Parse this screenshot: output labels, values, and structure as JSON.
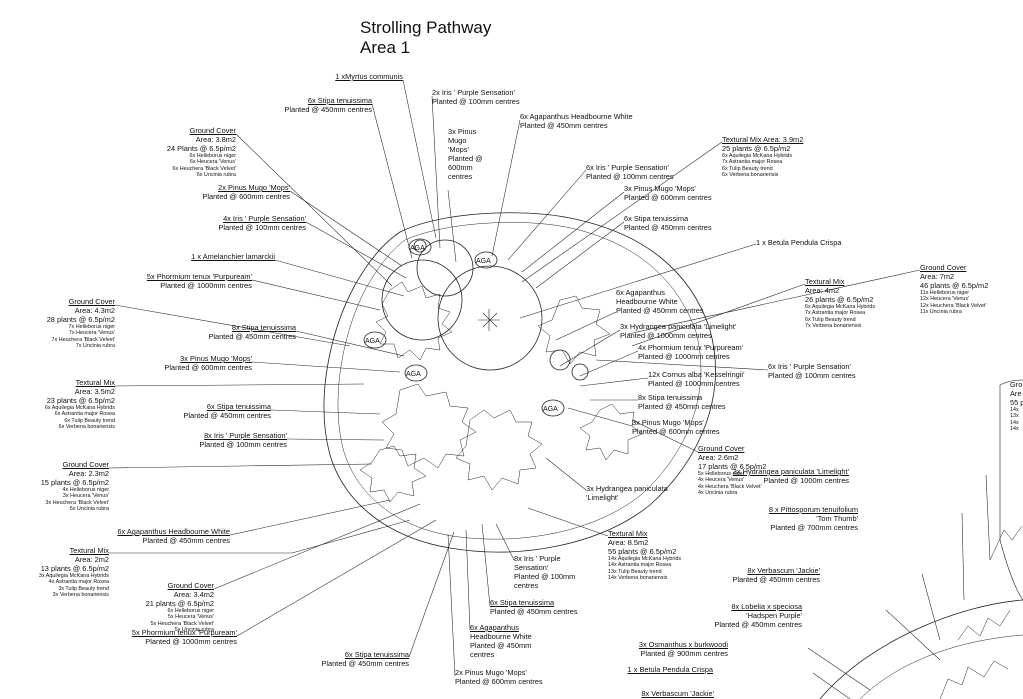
{
  "title": {
    "line1": "Strolling Pathway",
    "line2": "Area 1"
  },
  "aga_tag": "AGA",
  "labels": [
    {
      "id": "myrtus",
      "lines": [
        {
          "t": "1 xMyrtus communis",
          "u": true
        }
      ]
    },
    {
      "id": "stipa-top",
      "lines": [
        {
          "t": "6x Stipa tenuissima",
          "u": true
        },
        {
          "t": "Planted @ 450mm centres"
        }
      ]
    },
    {
      "id": "iris-purple-top",
      "lines": [
        {
          "t": "2x Iris ' Purple Sensation'"
        },
        {
          "t": "Planted @ 100mm centres"
        }
      ]
    },
    {
      "id": "agapanthus-top",
      "lines": [
        {
          "t": "6x Agapanthus Headbourne White"
        },
        {
          "t": "Planted @ 450mm centres"
        }
      ]
    },
    {
      "id": "pinus-mugo-col",
      "lines": [
        {
          "t": "3x Pinus"
        },
        {
          "t": "Mugo"
        },
        {
          "t": "'Mops'"
        },
        {
          "t": "Planted @"
        },
        {
          "t": "600mm"
        },
        {
          "t": "centres"
        }
      ]
    },
    {
      "id": "ground-cover-1",
      "lines": [
        {
          "t": "Ground Cover",
          "u": true
        },
        {
          "t": "Area: 3.8m2"
        },
        {
          "t": "24 Plants @ 6.5p/m2"
        },
        {
          "t": "6x Helleborus niger",
          "s": true
        },
        {
          "t": "6x Heucera 'Venus'",
          "s": true
        },
        {
          "t": "6x Heuchera 'Black Velvet'",
          "s": true
        },
        {
          "t": "6x Uncinia rubra",
          "s": true
        }
      ]
    },
    {
      "id": "textural-mix-1",
      "lines": [
        {
          "t": "Textural Mix Area: 3.9m2",
          "u": true
        },
        {
          "t": "25 plants @ 6.5p/m2"
        },
        {
          "t": "6x Aquilegia McKana Hybrids",
          "s": true
        },
        {
          "t": "7x Astrantia major Rosea",
          "s": true
        },
        {
          "t": "6x Tulip Beauty trend",
          "s": true
        },
        {
          "t": "6x Verbena bonariensis",
          "s": true
        }
      ]
    },
    {
      "id": "iris-purple-right",
      "lines": [
        {
          "t": "6x Iris ' Purple Sensation'"
        },
        {
          "t": "Planted @ 100mm centres"
        }
      ]
    },
    {
      "id": "pinus-mugo-right1",
      "lines": [
        {
          "t": "3x Pinus Mugo 'Mops'"
        },
        {
          "t": "Planted @ 600mm centres"
        }
      ]
    },
    {
      "id": "pinus-mugo-left1",
      "lines": [
        {
          "t": "2x Pinus Mugo 'Mops'",
          "u": true
        },
        {
          "t": "Planted @ 600mm centres"
        }
      ]
    },
    {
      "id": "stipa-right1",
      "lines": [
        {
          "t": "6x Stipa tenuissima"
        },
        {
          "t": "Planted @ 450mm centres"
        }
      ]
    },
    {
      "id": "iris-purple-left1",
      "lines": [
        {
          "t": "4x Iris ' Purple Sensation'",
          "u": true
        },
        {
          "t": "Planted @ 100mm centres"
        }
      ]
    },
    {
      "id": "betula-1",
      "lines": [
        {
          "t": "1 x Betula Pendula Crispa"
        }
      ]
    },
    {
      "id": "amelanchier",
      "lines": [
        {
          "t": "1 x Amelanchier lamarckii",
          "u": true
        }
      ]
    },
    {
      "id": "ground-cover-2",
      "lines": [
        {
          "t": "Ground Cover",
          "u": true
        },
        {
          "t": "Area: 7m2"
        },
        {
          "t": "46 plants @ 6.5p/m2"
        },
        {
          "t": "11x Helleborus niger",
          "s": true
        },
        {
          "t": "12x Heucera 'Venus'",
          "s": true
        },
        {
          "t": "12x Heuchera 'Black Velvet'",
          "s": true
        },
        {
          "t": "11x Uncinia rubra",
          "s": true
        }
      ]
    },
    {
      "id": "textural-mix-2",
      "lines": [
        {
          "t": "Textural Mix",
          "u": true
        },
        {
          "t": "Area: 4m2"
        },
        {
          "t": "26 plants @ 6.5p/m2"
        },
        {
          "t": "6x Aquilegia McKana Hybrids",
          "s": true
        },
        {
          "t": "7x Astrantia major Rosea",
          "s": true
        },
        {
          "t": "6x Tulip Beauty trend",
          "s": true
        },
        {
          "t": "7x Verbena bonariensis",
          "s": true
        }
      ]
    },
    {
      "id": "phormium-top",
      "lines": [
        {
          "t": "5x Phormium tenux 'Purpuream'",
          "u": true
        },
        {
          "t": "Planted @ 1000mm centres"
        }
      ]
    },
    {
      "id": "ground-cover-3",
      "lines": [
        {
          "t": "Ground Cover",
          "u": true
        },
        {
          "t": "Area: 4.3m2"
        },
        {
          "t": "28 plants @ 6.5p/m2"
        },
        {
          "t": "7x Helleborus niger",
          "s": true
        },
        {
          "t": "7x Heucera 'Venus'",
          "s": true
        },
        {
          "t": "7x Heuchera 'Black Velvet'",
          "s": true
        },
        {
          "t": "7x Uncinia rubra",
          "s": true
        }
      ]
    },
    {
      "id": "agapanthus-right",
      "lines": [
        {
          "t": "6x Agapanthus"
        },
        {
          "t": "Headbourne White"
        },
        {
          "t": "Planted @ 450mm centres"
        }
      ]
    },
    {
      "id": "hydrangea-right1",
      "lines": [
        {
          "t": "3x Hydrangea paniculata 'Limelight'"
        },
        {
          "t": "Planted @ 1000mm centres"
        }
      ]
    },
    {
      "id": "stipa-left1",
      "lines": [
        {
          "t": "8x Stipa tenuissima",
          "u": true
        },
        {
          "t": "Planted @ 450mm centres"
        }
      ]
    },
    {
      "id": "phormium-right",
      "lines": [
        {
          "t": "4x Phormium tenux 'Purpuream'"
        },
        {
          "t": "Planted @ 1000mm centres"
        }
      ]
    },
    {
      "id": "pinus-mugo-left2",
      "lines": [
        {
          "t": "3x Pinus Mugo 'Mops'",
          "u": true
        },
        {
          "t": "Planted @ 600mm centres"
        }
      ]
    },
    {
      "id": "iris-purple-right2",
      "lines": [
        {
          "t": "6x Iris ' Purple Sensation'"
        },
        {
          "t": "Planted @ 100mm centres"
        }
      ]
    },
    {
      "id": "textural-mix-3",
      "lines": [
        {
          "t": "Textural Mix",
          "u": true
        },
        {
          "t": "Area: 3.5m2"
        },
        {
          "t": "23 plants @ 6.5p/m2"
        },
        {
          "t": "6x Aquilegia McKana Hybrids",
          "s": true
        },
        {
          "t": "6x Astrantia major Rosea",
          "s": true
        },
        {
          "t": "6x Tulip Beauty trend",
          "s": true
        },
        {
          "t": "6x Verbena bonariensis",
          "s": true
        }
      ]
    },
    {
      "id": "cornus",
      "lines": [
        {
          "t": "12x Cornus alba 'Kesselringii'"
        },
        {
          "t": "Planted @ 1000mm centres"
        }
      ]
    },
    {
      "id": "stipa-right2",
      "lines": [
        {
          "t": "8x Stipa tenuissima"
        },
        {
          "t": "Planted @ 450mm centres"
        }
      ]
    },
    {
      "id": "stipa-left2",
      "lines": [
        {
          "t": "6x Stipa tenuissima",
          "u": true
        },
        {
          "t": "Planted @ 450mm centres"
        }
      ]
    },
    {
      "id": "pinus-mugo-right2",
      "lines": [
        {
          "t": "3x Pinus Mugo 'Mops'"
        },
        {
          "t": "Planted @ 600mm centres"
        }
      ]
    },
    {
      "id": "iris-purple-left2",
      "lines": [
        {
          "t": "8x Iris ' Purple Sensation'",
          "u": true
        },
        {
          "t": "Planted @ 100mm centres"
        }
      ]
    },
    {
      "id": "ground-cover-4",
      "lines": [
        {
          "t": "Ground Cover",
          "u": true
        },
        {
          "t": "Area: 2.6m2"
        },
        {
          "t": "17 plants @ 6.5p/m2"
        },
        {
          "t": "5x Helleborus niger",
          "s": true
        },
        {
          "t": "4x Heucera 'Venus'",
          "s": true
        },
        {
          "t": "4x Heuchera 'Black Velvet'",
          "s": true
        },
        {
          "t": "4x Uncinia rubra",
          "s": true
        }
      ]
    },
    {
      "id": "ground-cover-5",
      "lines": [
        {
          "t": "Ground Cover",
          "u": true
        },
        {
          "t": "Area: 2.3m2"
        },
        {
          "t": "15 plants @ 6.5p/m2"
        },
        {
          "t": "4x Helleborus niger",
          "s": true
        },
        {
          "t": "3x Heucera 'Venus'",
          "s": true
        },
        {
          "t": "3x Heuchera 'Black Velvet'",
          "s": true
        },
        {
          "t": "5x Uncinia rubra",
          "s": true
        }
      ]
    },
    {
      "id": "hydrangea-center",
      "lines": [
        {
          "t": "3x Hydrangea paniculata"
        },
        {
          "t": "'Limelight'"
        }
      ]
    },
    {
      "id": "agapanthus-left",
      "lines": [
        {
          "t": "6x Agapanthus Headbourne White",
          "u": true
        },
        {
          "t": "Planted @ 450mm centres"
        }
      ]
    },
    {
      "id": "textural-mix-4",
      "lines": [
        {
          "t": "Textural Mix",
          "u": true
        },
        {
          "t": "Area: 8.5m2"
        },
        {
          "t": "55 plants @ 6.5p/m2"
        },
        {
          "t": "14x Aquilegia McKana Hybrids",
          "s": true
        },
        {
          "t": "14x Astrantia major Rosea",
          "s": true
        },
        {
          "t": "13x Tulip Beauty trend",
          "s": true
        },
        {
          "t": "14x Verbena bonariensis",
          "s": true
        }
      ]
    },
    {
      "id": "textural-mix-5",
      "lines": [
        {
          "t": "Textural Mix",
          "u": true
        },
        {
          "t": "Area: 2m2"
        },
        {
          "t": "13 plants @ 6.5p/m2"
        },
        {
          "t": "3x Aquilegia McKana Hybrids",
          "s": true
        },
        {
          "t": "4x Astrantia major Rosea",
          "s": true
        },
        {
          "t": "3x Tulip Beauty trend",
          "s": true
        },
        {
          "t": "3x Verbena bonariensis",
          "s": true
        }
      ]
    },
    {
      "id": "iris-purple-bottom",
      "lines": [
        {
          "t": "8x Iris ' Purple"
        },
        {
          "t": "Sensation'"
        },
        {
          "t": "Planted @ 100mm"
        },
        {
          "t": "centres"
        }
      ]
    },
    {
      "id": "ground-cover-6",
      "lines": [
        {
          "t": "Ground Cover",
          "u": true
        },
        {
          "t": "Area: 3.4m2"
        },
        {
          "t": "21 plants @ 6.5p/m2"
        },
        {
          "t": "6x Helleborus niger",
          "s": true
        },
        {
          "t": "5x Heucera 'Venus'",
          "s": true
        },
        {
          "t": "5x Heuchera 'Black Velvet'",
          "s": true
        },
        {
          "t": "5x Uncinia rubra",
          "s": true
        }
      ]
    },
    {
      "id": "stipa-bottom1",
      "lines": [
        {
          "t": "6x Stipa tenuissima",
          "u": true
        },
        {
          "t": "Planted @ 450mm centres"
        }
      ]
    },
    {
      "id": "agapanthus-bottom",
      "lines": [
        {
          "t": "6x Agapanthus",
          "u": true
        },
        {
          "t": "Headbourne White"
        },
        {
          "t": "Planted @ 450mm"
        },
        {
          "t": "centres"
        }
      ]
    },
    {
      "id": "phormium-bottom",
      "lines": [
        {
          "t": "5x Phormium tenux 'Purpuream'",
          "u": true
        },
        {
          "t": "Planted @ 1000mm centres"
        }
      ]
    },
    {
      "id": "stipa-bottom2",
      "lines": [
        {
          "t": "6x Stipa tenuissima",
          "u": true
        },
        {
          "t": "Planted @ 450mm centres"
        }
      ]
    },
    {
      "id": "pinus-mugo-bottom",
      "lines": [
        {
          "t": "2x Pinus Mugo 'Mops'"
        },
        {
          "t": "Planted @ 600mm centres"
        }
      ]
    },
    {
      "id": "hydrangea-far",
      "lines": [
        {
          "t": "3x Hydrangea paniculata 'Limelight'",
          "u": true
        },
        {
          "t": "Planted @ 1000m centres"
        }
      ]
    },
    {
      "id": "pittosporum",
      "lines": [
        {
          "t": "8 x Pittosporum tenuifolium",
          "u": true
        },
        {
          "t": "'Tom Thumb'"
        },
        {
          "t": "Planted @ 700mm centres"
        }
      ]
    },
    {
      "id": "verbascum-1",
      "lines": [
        {
          "t": "8x Verbascum 'Jackie'",
          "u": true
        },
        {
          "t": "Planted @ 450mm centres"
        }
      ]
    },
    {
      "id": "lobelia",
      "lines": [
        {
          "t": "8x Lobelia x speciosa",
          "u": true
        },
        {
          "t": "'Hadspen Purple'"
        },
        {
          "t": "Planted @ 450mm centres"
        }
      ]
    },
    {
      "id": "osmanthus",
      "lines": [
        {
          "t": "3x Osmanthus x burkwoodi",
          "u": true
        },
        {
          "t": "Planted @ 900mm centres"
        }
      ]
    },
    {
      "id": "betula-2",
      "lines": [
        {
          "t": "1 x Betula Pendula Crispa",
          "u": true
        }
      ]
    },
    {
      "id": "verbascum-2",
      "lines": [
        {
          "t": "8x Verbascum 'Jackie'",
          "u": true
        }
      ]
    },
    {
      "id": "cutoff-right",
      "lines": [
        {
          "t": "Gro"
        },
        {
          "t": "Are"
        },
        {
          "t": "55 p"
        },
        {
          "t": "14x",
          "s": true
        },
        {
          "t": "13x",
          "s": true
        },
        {
          "t": "14x",
          "s": true
        },
        {
          "t": "14x",
          "s": true
        }
      ]
    }
  ]
}
